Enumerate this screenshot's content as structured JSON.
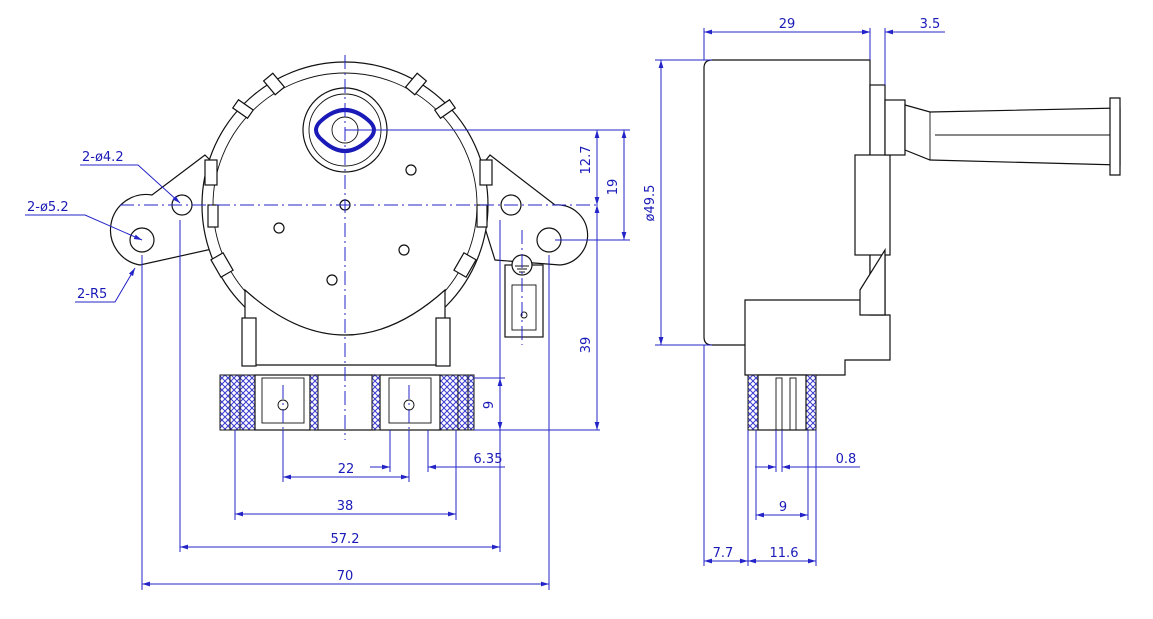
{
  "colors": {
    "dimension": "#2424c8",
    "outline": "#111111",
    "background": "#ffffff",
    "shaft": "#1a1ab8"
  },
  "front_view": {
    "callouts": {
      "mount_hole": "2-ø4.2",
      "ear_hole": "2-ø5.2",
      "ear_radius": "2-R5"
    },
    "dimensions": {
      "overall_width": "70",
      "hole_spacing": "57.2",
      "base_width": "38",
      "terminal_spacing": "22",
      "terminal_width": "6.35",
      "terminal_height": "9",
      "shaft_offset": "12.7",
      "ear_offset": "19",
      "height": "39"
    }
  },
  "side_view": {
    "dimensions": {
      "body_length": "29",
      "flange": "3.5",
      "diameter": "ø49.5",
      "terminal_thickness": "0.8",
      "terminal_gap": "9",
      "terminal_offset": "7.7",
      "terminal_span": "11.6"
    }
  }
}
